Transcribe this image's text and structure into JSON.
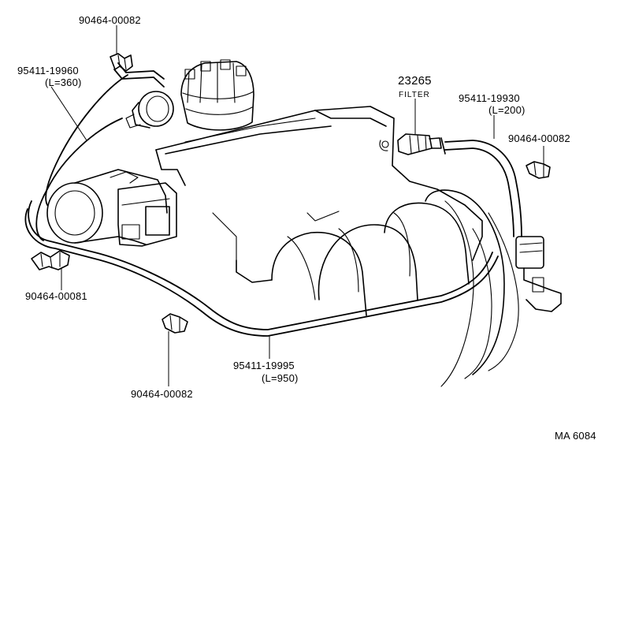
{
  "diagram_code": "MA 6084",
  "labels": {
    "clip_top_left": "90464-00082",
    "hose_top_left": "95411-19960",
    "hose_top_left_len": "(L=360)",
    "filter_part": "23265",
    "filter_word": "FILTER",
    "hose_right": "95411-19930",
    "hose_right_len": "(L=200)",
    "clip_right": "90464-00082",
    "clip_left": "90464-00081",
    "hose_bottom": "95411-19995",
    "hose_bottom_len": "(L=950)",
    "clip_bottom": "90464-00082"
  }
}
